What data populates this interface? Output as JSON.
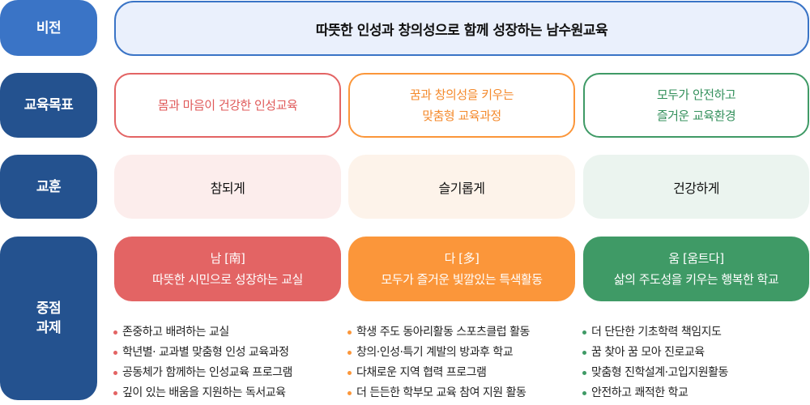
{
  "colors": {
    "label_light": "#3a74c6",
    "label_dark": "#24528f",
    "vision_bg": "#eaf0fc",
    "red": "#e36464",
    "orange": "#fb963a",
    "green": "#3f9a66",
    "motto_red_bg": "#fcedec",
    "motto_orange_bg": "#fdf3ea",
    "motto_green_bg": "#ebf4ef"
  },
  "labels": {
    "vision": "비전",
    "goals": "교육목표",
    "motto": "교훈",
    "focus_line1": "중점",
    "focus_line2": "과제"
  },
  "vision": {
    "text": "따뜻한 인성과 창의성으로 함께 성장하는 남수원교육"
  },
  "goals": [
    {
      "line1": "몸과 마음이 건강한 인성교육",
      "line2": ""
    },
    {
      "line1": "꿈과 창의성을 키우는",
      "line2": "맞춤형 교육과정"
    },
    {
      "line1": "모두가 안전하고",
      "line2": "즐거운 교육환경"
    }
  ],
  "motto": [
    "참되게",
    "슬기롭게",
    "건강하게"
  ],
  "focus": [
    {
      "title": "남 [南]",
      "subtitle": "따뜻한 시민으로 성장하는 교실",
      "items": [
        "존중하고 배려하는 교실",
        "학년별· 교과별 맞춤형 인성 교육과정",
        "공동체가 함께하는 인성교육 프로그램",
        "깊이 있는 배움을 지원하는 독서교육"
      ]
    },
    {
      "title": "다 [多]",
      "subtitle": "모두가 즐거운 빛깔있는 특색활동",
      "items": [
        "학생 주도 동아리활동 스포츠클럽 활동",
        "창의·인성·특기 계발의 방과후 학교",
        "다채로운 지역 협력 프로그램",
        "더 든든한 학부모 교육 참여 지원 활동"
      ]
    },
    {
      "title": "움 [움트다]",
      "subtitle": "삶의 주도성을 키우는 행복한 학교",
      "items": [
        "더 단단한 기초학력 책임지도",
        "꿈 찾아 꿈 모아 진로교육",
        "맞춤형 진학설계·고입지원활동",
        "안전하고 쾌적한 학교"
      ]
    }
  ]
}
